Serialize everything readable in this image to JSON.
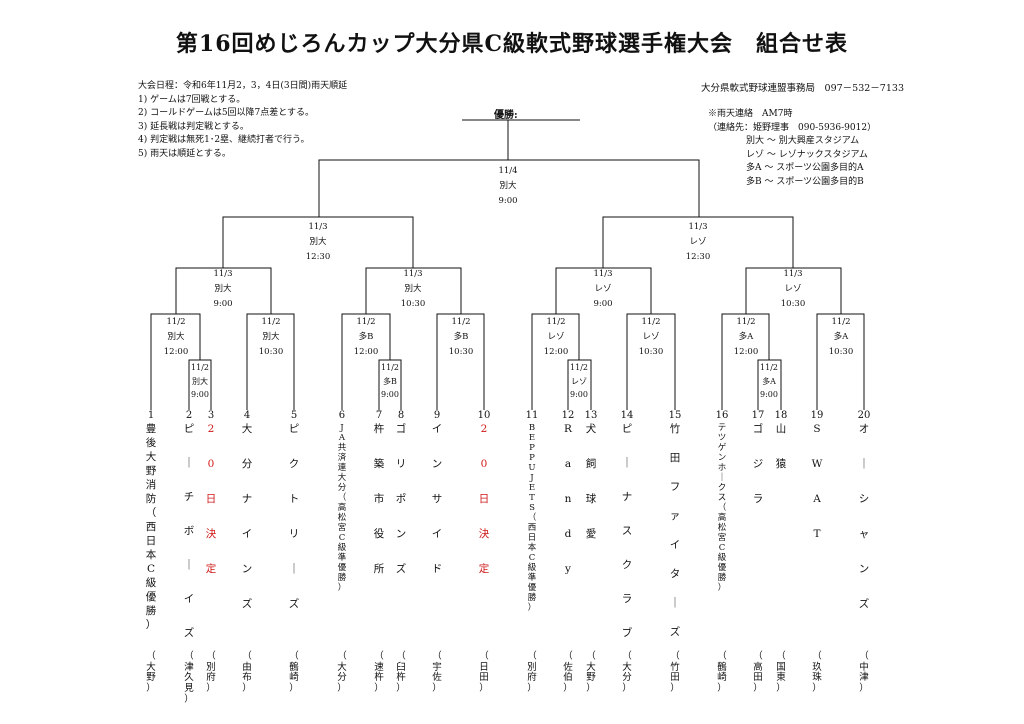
{
  "title": "第16回めじろんカップ大分県C級軟式野球選手権大会　組合せ表",
  "notes": [
    "大会日程：令和6年11月2，3，4日(3日間)雨天順延",
    "1) ゲームは7回戦とする。",
    "2) コールドゲームは5回以降7点差とする。",
    "3) 延長戦は判定戦とする。",
    "4) 判定戦は無死1･2塁、継続打者で行う。",
    "5) 雨天は順延とする。"
  ],
  "association": "大分県軟式野球連盟事務局　097－532－7133",
  "rain_notes": {
    "line1": "※雨天連絡　AM7時",
    "line2": "（連絡先：姫野理事　090-5936-9012）",
    "venues": [
      "別大 ～ 別大興産スタジアム",
      "レゾ ～ レゾナックスタジアム",
      "多A ～ スポーツ公園多目的A",
      "多B ～ スポーツ公園多目的B"
    ]
  },
  "winner_label": "優勝:",
  "games": {
    "final": {
      "date": "11/4",
      "venue": "別大",
      "time": "9:00"
    },
    "sf_left": {
      "date": "11/3",
      "venue": "別大",
      "time": "12:30"
    },
    "sf_right": {
      "date": "11/3",
      "venue": "レゾ",
      "time": "12:30"
    },
    "qf1": {
      "date": "11/3",
      "venue": "別大",
      "time": "9:00"
    },
    "qf2": {
      "date": "11/3",
      "venue": "別大",
      "time": "10:30"
    },
    "qf3": {
      "date": "11/3",
      "venue": "レゾ",
      "time": "9:00"
    },
    "qf4": {
      "date": "11/3",
      "venue": "レゾ",
      "time": "10:30"
    },
    "r2_1": {
      "date": "11/2",
      "venue": "別大",
      "time": "12:00"
    },
    "r2_2": {
      "date": "11/2",
      "venue": "別大",
      "time": "10:30"
    },
    "r2_3": {
      "date": "11/2",
      "venue": "多B",
      "time": "12:00"
    },
    "r2_4": {
      "date": "11/2",
      "venue": "多B",
      "time": "10:30"
    },
    "r2_5": {
      "date": "11/2",
      "venue": "レゾ",
      "time": "12:00"
    },
    "r2_6": {
      "date": "11/2",
      "venue": "レゾ",
      "time": "10:30"
    },
    "r2_7": {
      "date": "11/2",
      "venue": "多A",
      "time": "12:00"
    },
    "r2_8": {
      "date": "11/2",
      "venue": "多A",
      "time": "10:30"
    },
    "r1_1": {
      "date": "11/2",
      "venue": "別大",
      "time": "9:00"
    },
    "r1_2": {
      "date": "11/2",
      "venue": "多B",
      "time": "9:00"
    },
    "r1_3": {
      "date": "11/2",
      "venue": "レゾ",
      "time": "9:00"
    },
    "r1_4": {
      "date": "11/2",
      "venue": "多A",
      "time": "9:00"
    }
  },
  "teams": [
    {
      "num": "1",
      "name": [
        "豊",
        "後",
        "大",
        "野",
        "消",
        "防",
        "（",
        "西",
        "日",
        "本",
        "C",
        "級",
        "優",
        "勝",
        "）"
      ],
      "city": [
        "（",
        "大",
        "野",
        "）"
      ]
    },
    {
      "num": "2",
      "name": [
        "ピ",
        "｜",
        "チ",
        "ボ",
        "｜",
        "イ",
        "ズ"
      ],
      "city": [
        "（",
        "津",
        "久",
        "見",
        "）"
      ]
    },
    {
      "num": "3",
      "name": [
        "2",
        "0",
        "日",
        "決",
        "定"
      ],
      "city": [
        "（",
        "別",
        "府",
        "）"
      ],
      "red": true
    },
    {
      "num": "4",
      "name": [
        "大",
        "分",
        "ナ",
        "イ",
        "ン",
        "ズ"
      ],
      "city": [
        "（",
        "由",
        "布",
        "）"
      ]
    },
    {
      "num": "5",
      "name": [
        "ピ",
        "ク",
        "ト",
        "リ",
        "｜",
        "ズ"
      ],
      "city": [
        "（",
        "鶴",
        "崎",
        "）"
      ]
    },
    {
      "num": "6",
      "name": [
        "J",
        "A",
        "共",
        "済",
        "連",
        "大",
        "分",
        "（",
        "高",
        "松",
        "宮",
        "C",
        "級",
        "準",
        "優",
        "勝",
        "）"
      ],
      "city": [
        "（",
        "大",
        "分",
        "）"
      ]
    },
    {
      "num": "7",
      "name": [
        "杵",
        "築",
        "市",
        "役",
        "所"
      ],
      "city": [
        "（",
        "速",
        "杵",
        "）"
      ]
    },
    {
      "num": "8",
      "name": [
        "ゴ",
        "リ",
        "ポ",
        "ン",
        "ズ"
      ],
      "city": [
        "（",
        "臼",
        "杵",
        "）"
      ]
    },
    {
      "num": "9",
      "name": [
        "イ",
        "ン",
        "サ",
        "イ",
        "ド"
      ],
      "city": [
        "（",
        "宇",
        "佐",
        "）"
      ]
    },
    {
      "num": "10",
      "name": [
        "2",
        "0",
        "日",
        "決",
        "定"
      ],
      "city": [
        "（",
        "日",
        "田",
        "）"
      ],
      "red": true
    },
    {
      "num": "11",
      "name": [
        "B",
        "E",
        "P",
        "P",
        "U",
        "J",
        "E",
        "T",
        "S",
        "（",
        "西",
        "日",
        "本",
        "C",
        "級",
        "準",
        "優",
        "勝",
        "）"
      ],
      "city": [
        "（",
        "別",
        "府",
        "）"
      ]
    },
    {
      "num": "12",
      "name": [
        "R",
        "a",
        "n",
        "d",
        "y"
      ],
      "city": [
        "（",
        "佐",
        "伯",
        "）"
      ]
    },
    {
      "num": "13",
      "name": [
        "犬",
        "飼",
        "球",
        "愛"
      ],
      "city": [
        "（",
        "大",
        "野",
        "）"
      ]
    },
    {
      "num": "14",
      "name": [
        "ピ",
        "｜",
        "ナ",
        "ス",
        "ク",
        "ラ",
        "ブ"
      ],
      "city": [
        "（",
        "大",
        "分",
        "）"
      ]
    },
    {
      "num": "15",
      "name": [
        "竹",
        "田",
        "フ",
        "ァ",
        "イ",
        "タ",
        "｜",
        "ズ"
      ],
      "city": [
        "（",
        "竹",
        "田",
        "）"
      ]
    },
    {
      "num": "16",
      "name": [
        "テ",
        "ツ",
        "ゲ",
        "ン",
        "ホ",
        "｜",
        "ク",
        "ス",
        "（",
        "高",
        "松",
        "宮",
        "C",
        "級",
        "優",
        "勝",
        "）"
      ],
      "city": [
        "（",
        "鶴",
        "崎",
        "）"
      ]
    },
    {
      "num": "17",
      "name": [
        "ゴ",
        "ジ",
        "ラ"
      ],
      "city": [
        "（",
        "高",
        "田",
        "）"
      ]
    },
    {
      "num": "18",
      "name": [
        "山",
        "猿"
      ],
      "city": [
        "（",
        "国",
        "東",
        "）"
      ]
    },
    {
      "num": "19",
      "name": [
        "S",
        "W",
        "A",
        "T"
      ],
      "city": [
        "（",
        "玖",
        "珠",
        "）"
      ]
    },
    {
      "num": "20",
      "name": [
        "オ",
        "｜",
        "シ",
        "ャ",
        "ン",
        "ズ"
      ],
      "city": [
        "（",
        "中",
        "津",
        "）"
      ]
    }
  ]
}
